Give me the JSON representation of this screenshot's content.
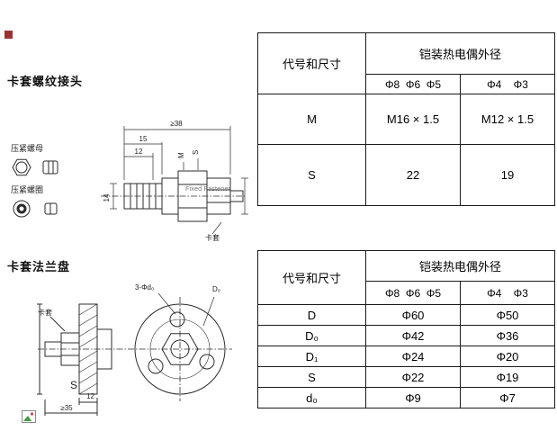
{
  "markers": {
    "red_square_color": "#993333"
  },
  "section1": {
    "title": "卡套螺纹接头",
    "part_labels": [
      {
        "label": "压紧螺母"
      },
      {
        "label": "压紧螺圈"
      }
    ],
    "drawing": {
      "dim_total": "≥38",
      "dim_15": "15",
      "dim_12": "12",
      "dim_14": "14",
      "label_m": "M",
      "label_s": "S",
      "watermark": "Fixed Fastener",
      "ferrule_label": "卡套"
    }
  },
  "section2": {
    "title": "卡套法兰盘",
    "drawing": {
      "ferrule_label": "卡套",
      "label_s": "S",
      "dim_min": "≥35",
      "dim_12": "12",
      "holes_label": "3-Φd₀",
      "bolt_circle_label": "D₀"
    }
  },
  "table1": {
    "col_header": "代号和尺寸",
    "span_header": "铠装热电偶外径",
    "sub_headers": [
      "Φ8  Φ6  Φ5",
      "Φ4    Φ3"
    ],
    "rows": [
      {
        "code": "M",
        "a": "M16 × 1.5",
        "b": "M12 × 1.5"
      },
      {
        "code": "S",
        "a": "22",
        "b": "19"
      }
    ]
  },
  "table2": {
    "col_header": "代号和尺寸",
    "span_header": "铠装热电偶外径",
    "sub_headers": [
      "Φ8  Φ6  Φ5",
      "Φ4    Φ3"
    ],
    "rows": [
      {
        "code": "D",
        "a": "Φ60",
        "b": "Φ50"
      },
      {
        "code": "D₀",
        "a": "Φ42",
        "b": "Φ36"
      },
      {
        "code": "D₁",
        "a": "Φ24",
        "b": "Φ20"
      },
      {
        "code": "S",
        "a": "Φ22",
        "b": "Φ19"
      },
      {
        "code": "d₀",
        "a": "Φ9",
        "b": "Φ7"
      }
    ]
  }
}
